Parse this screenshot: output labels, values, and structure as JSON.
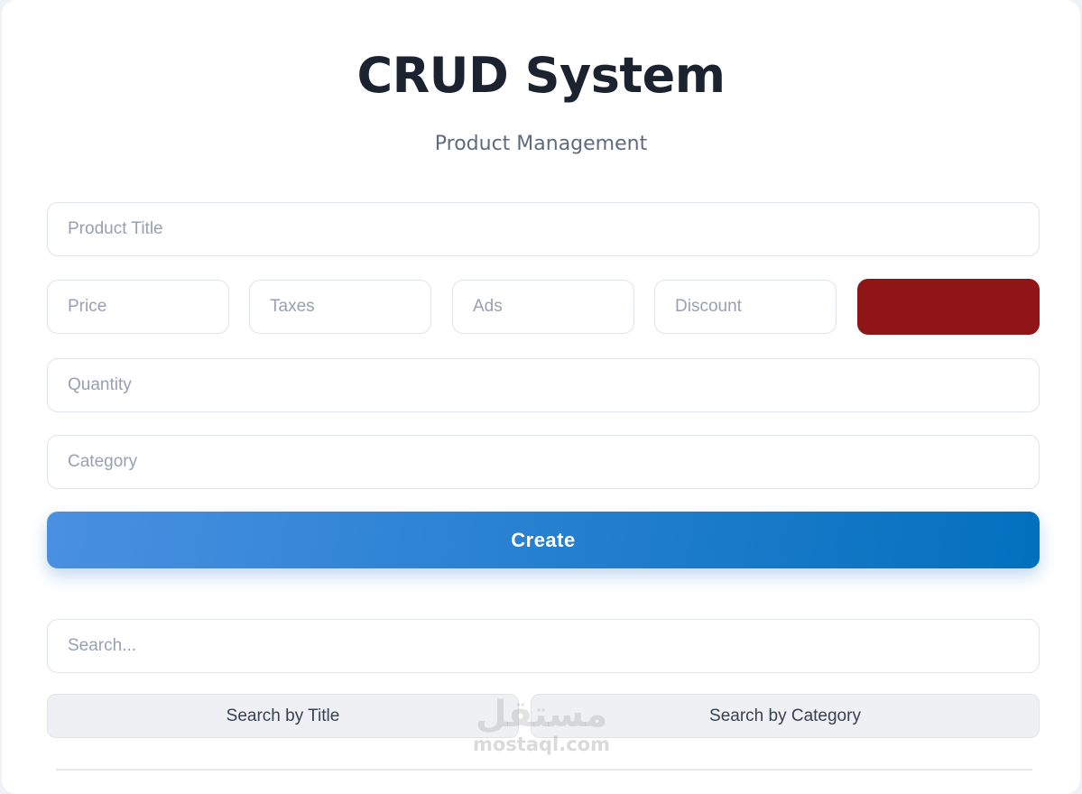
{
  "header": {
    "title": "CRUD System",
    "subtitle": "Product Management"
  },
  "form": {
    "title_placeholder": "Product Title",
    "price_placeholder": "Price",
    "taxes_placeholder": "Taxes",
    "ads_placeholder": "Ads",
    "discount_placeholder": "Discount",
    "total_value": "",
    "quantity_placeholder": "Quantity",
    "category_placeholder": "Category",
    "create_label": "Create"
  },
  "search": {
    "placeholder": "Search...",
    "by_title_label": "Search by Title",
    "by_category_label": "Search by Category"
  },
  "watermark": {
    "arabic": "مستقل",
    "latin": "mostaql.com"
  },
  "colors": {
    "accent_gradient_start": "#4a90e2",
    "accent_gradient_end": "#0270be",
    "total_box": "#8f1516"
  }
}
